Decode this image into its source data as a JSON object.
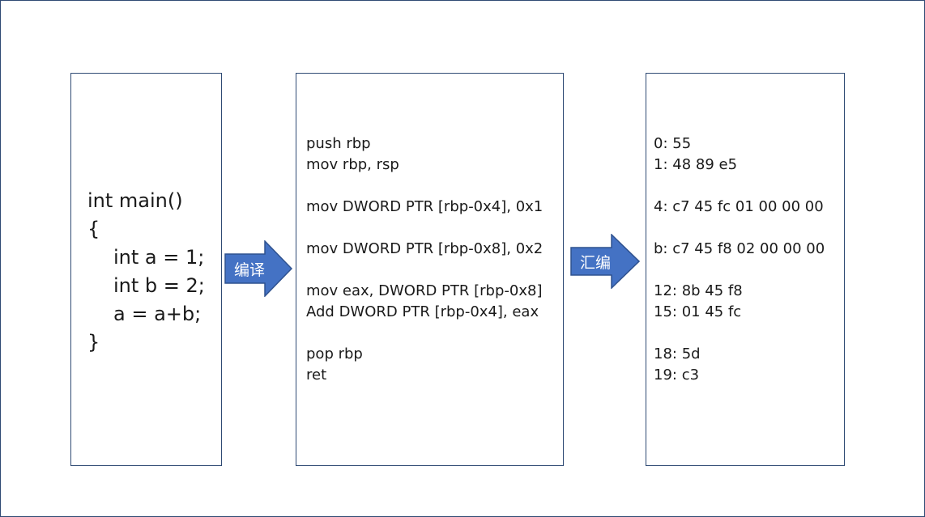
{
  "source": {
    "lines": [
      "int main()",
      "{",
      "int a = 1;",
      "int b = 2;",
      "a = a+b;",
      "}"
    ]
  },
  "compile_arrow": {
    "label": "编译"
  },
  "assembly": {
    "lines": [
      "push rbp",
      "mov rbp, rsp",
      "",
      "mov DWORD PTR [rbp-0x4], 0x1",
      "",
      "mov DWORD PTR [rbp-0x8], 0x2",
      "",
      "mov eax, DWORD PTR [rbp-0x8]",
      "Add DWORD PTR [rbp-0x4], eax",
      "",
      "pop rbp",
      "ret"
    ]
  },
  "assemble_arrow": {
    "label": "汇编"
  },
  "machine_code": {
    "lines": [
      "0: 55",
      "1: 48 89 e5",
      "",
      "4: c7 45 fc 01 00 00 00",
      "",
      "b: c7 45 f8 02 00 00 00",
      "",
      "12: 8b 45 f8",
      "15: 01 45 fc",
      "",
      "18: 5d",
      "19: c3"
    ]
  },
  "colors": {
    "box_border": "#2f4a74",
    "arrow_fill": "#4472c4",
    "arrow_stroke": "#2f528f"
  }
}
